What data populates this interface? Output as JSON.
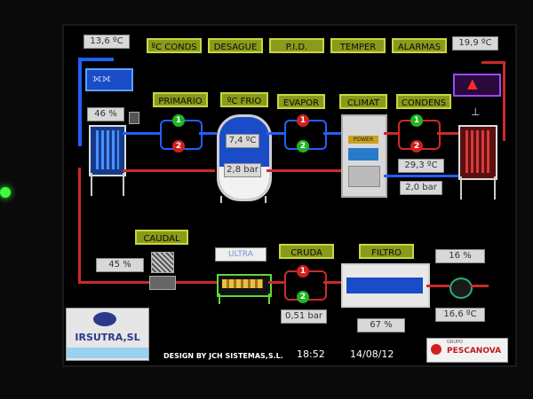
{
  "top_bar": {
    "left_temp": "13,6 ºC",
    "right_temp": "19,9 ºC",
    "buttons": [
      "ºC CONDS",
      "DESAGUE",
      "P.I.D.",
      "TEMPER",
      "ALARMAS"
    ]
  },
  "row_labels": {
    "primario": "PRIMARIO",
    "c_frio": "ºC FRIO",
    "evapor": "EVAPOR",
    "clima": "CLIMAT",
    "condens": "CONDENS"
  },
  "values": {
    "tower_left_pct": "46 %",
    "tank_temp": "7,4 ºC",
    "tank_pressure": "2,8 bar",
    "cond_temp": "29,3 ºC",
    "cond_pressure": "2,0 bar",
    "caudal_pct": "45 %",
    "cruda_pressure": "0,51 bar",
    "filter_pct": "67 %",
    "right_pct": "16 %",
    "right_temp": "16,6 ºC"
  },
  "bottom_labels": {
    "caudal": "CAUDAL",
    "ultra": "ULTRA",
    "cruda": "CRUDA",
    "filtro": "FILTRO"
  },
  "chiller": {
    "power_label": "POWER"
  },
  "pumps": {
    "one": "1",
    "two": "2"
  },
  "footer": {
    "logo_text": "IRSUTRA,SL",
    "design": "DESIGN BY JCH SISTEMAS,S.L.",
    "time": "18:52",
    "date": "14/08/12",
    "brand_small": "GRUPO",
    "brand": "PESCANOVA"
  },
  "colors": {
    "label_fill": "#8a9a1a",
    "label_border": "#c8d640",
    "pipe_hot": "#cc2a2a",
    "pipe_cold": "#2060ff",
    "pump_on": "#22b422",
    "pump_alarm": "#d02020"
  }
}
